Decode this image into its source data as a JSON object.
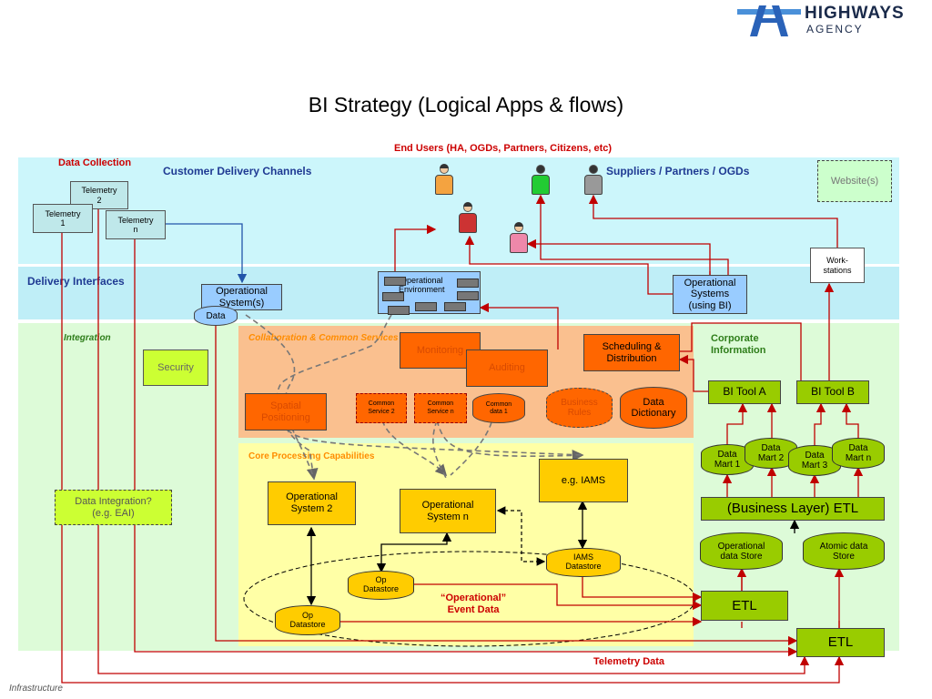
{
  "header": {
    "logo_main": "HIGHWAYS",
    "logo_sub": "AGENCY",
    "title": "BI Strategy (Logical Apps & flows)"
  },
  "labels": {
    "end_users": "End Users (HA, OGDs, Partners, Citizens, etc)",
    "data_collection": "Data Collection",
    "customer_delivery_channels": "Customer Delivery Channels",
    "suppliers_partners": "Suppliers / Partners / OGDs",
    "delivery_interfaces": "Delivery Interfaces",
    "integration": "Integration",
    "collab_common": "Collaboration & Common Services",
    "corporate_info": "Corporate\nInformation",
    "core_processing": "Core Processing Capabilities",
    "operational_event": "“Operational”\nEvent Data",
    "telemetry_data": "Telemetry Data",
    "infrastructure": "Infrastructure"
  },
  "boxes": {
    "telemetry_2": "Telemetry\n2",
    "telemetry_1": "Telemetry\n1",
    "telemetry_n": "Telemetry\nn",
    "website": "Website(s)",
    "work_stations": "Work-\nstations",
    "op_systems_main": "Operational\nSystem(s)",
    "data": "Data",
    "op_environment": "Operational\nEnvironment",
    "op_systems_bi": "Operational\nSystems\n(using BI)",
    "security": "Security",
    "monitoring": "Monitoring",
    "auditing": "Auditing",
    "scheduling": "Scheduling &\nDistribution",
    "spatial": "Spatial\nPositioning",
    "common_service_2": "Common\nService 2",
    "common_service_n": "Common\nService n",
    "common_data_1": "Common\ndata 1",
    "business_rules": "Business\nRules",
    "data_dictionary": "Data\nDictionary",
    "bi_tool_a": "BI Tool A",
    "bi_tool_b": "BI Tool B",
    "data_mart_1": "Data\nMart 1",
    "data_mart_2": "Data\nMart 2",
    "data_mart_3": "Data\nMart 3",
    "data_mart_n": "Data\nMart n",
    "business_layer_etl": "(Business Layer) ETL",
    "data_integration": "Data Integration?\n(e.g. EAI)",
    "e_g_iams": "e.g. IAMS",
    "op_system_2": "Operational\nSystem 2",
    "op_system_n": "Operational\nSystem n",
    "iams_datastore": "IAMS\nDatastore",
    "op_datastore_1": "Op\nDatastore",
    "op_datastore_2": "Op\nDatastore",
    "op_data_store": "Operational\ndata Store",
    "atomic_data_store": "Atomic data\nStore",
    "etl_1": "ETL",
    "etl_2": "ETL"
  },
  "colors": {
    "cyan_band": "#ccf6fb",
    "cyan_band2": "#bfeef7",
    "light_green": "#ddfbd8",
    "orange_panel": "#fac08f",
    "yellow_panel": "#ffffa6",
    "green_box": "#99cc00",
    "orange_box": "#ff6600",
    "yellow_box": "#ffcc00",
    "blue_box": "#99ccff",
    "red_text": "#cc0000",
    "dark_red_line": "#c00000",
    "navy_text": "#1f3a93",
    "arrow_blue": "#2255aa"
  }
}
